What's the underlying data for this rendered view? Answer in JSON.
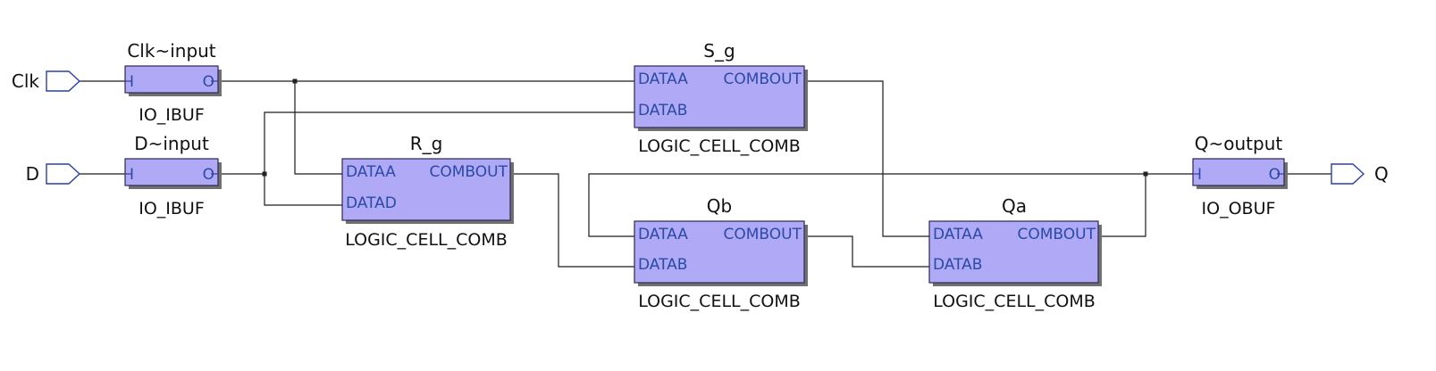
{
  "inputs": [
    {
      "label": "Clk"
    },
    {
      "label": "D"
    }
  ],
  "outputs": [
    {
      "label": "Q"
    }
  ],
  "cells": {
    "clk_input": {
      "title": "Clk~input",
      "type": "IO_IBUF",
      "in_port": "I",
      "out_port": "O"
    },
    "d_input": {
      "title": "D~input",
      "type": "IO_IBUF",
      "in_port": "I",
      "out_port": "O"
    },
    "s_g": {
      "title": "S_g",
      "type": "LOGIC_CELL_COMB",
      "in_ports": [
        "DATAA",
        "DATAB"
      ],
      "out_port": "COMBOUT"
    },
    "r_g": {
      "title": "R_g",
      "type": "LOGIC_CELL_COMB",
      "in_ports": [
        "DATAA",
        "DATAD"
      ],
      "out_port": "COMBOUT"
    },
    "qb": {
      "title": "Qb",
      "type": "LOGIC_CELL_COMB",
      "in_ports": [
        "DATAA",
        "DATAB"
      ],
      "out_port": "COMBOUT"
    },
    "qa": {
      "title": "Qa",
      "type": "LOGIC_CELL_COMB",
      "in_ports": [
        "DATAA",
        "DATAB"
      ],
      "out_port": "COMBOUT"
    },
    "q_output": {
      "title": "Q~output",
      "type": "IO_OBUF",
      "in_port": "I",
      "out_port": "O"
    }
  },
  "colors": {
    "block_fill": "#b0a9f5",
    "port_text": "#2a4aa8",
    "wire": "#1c1c1c"
  }
}
